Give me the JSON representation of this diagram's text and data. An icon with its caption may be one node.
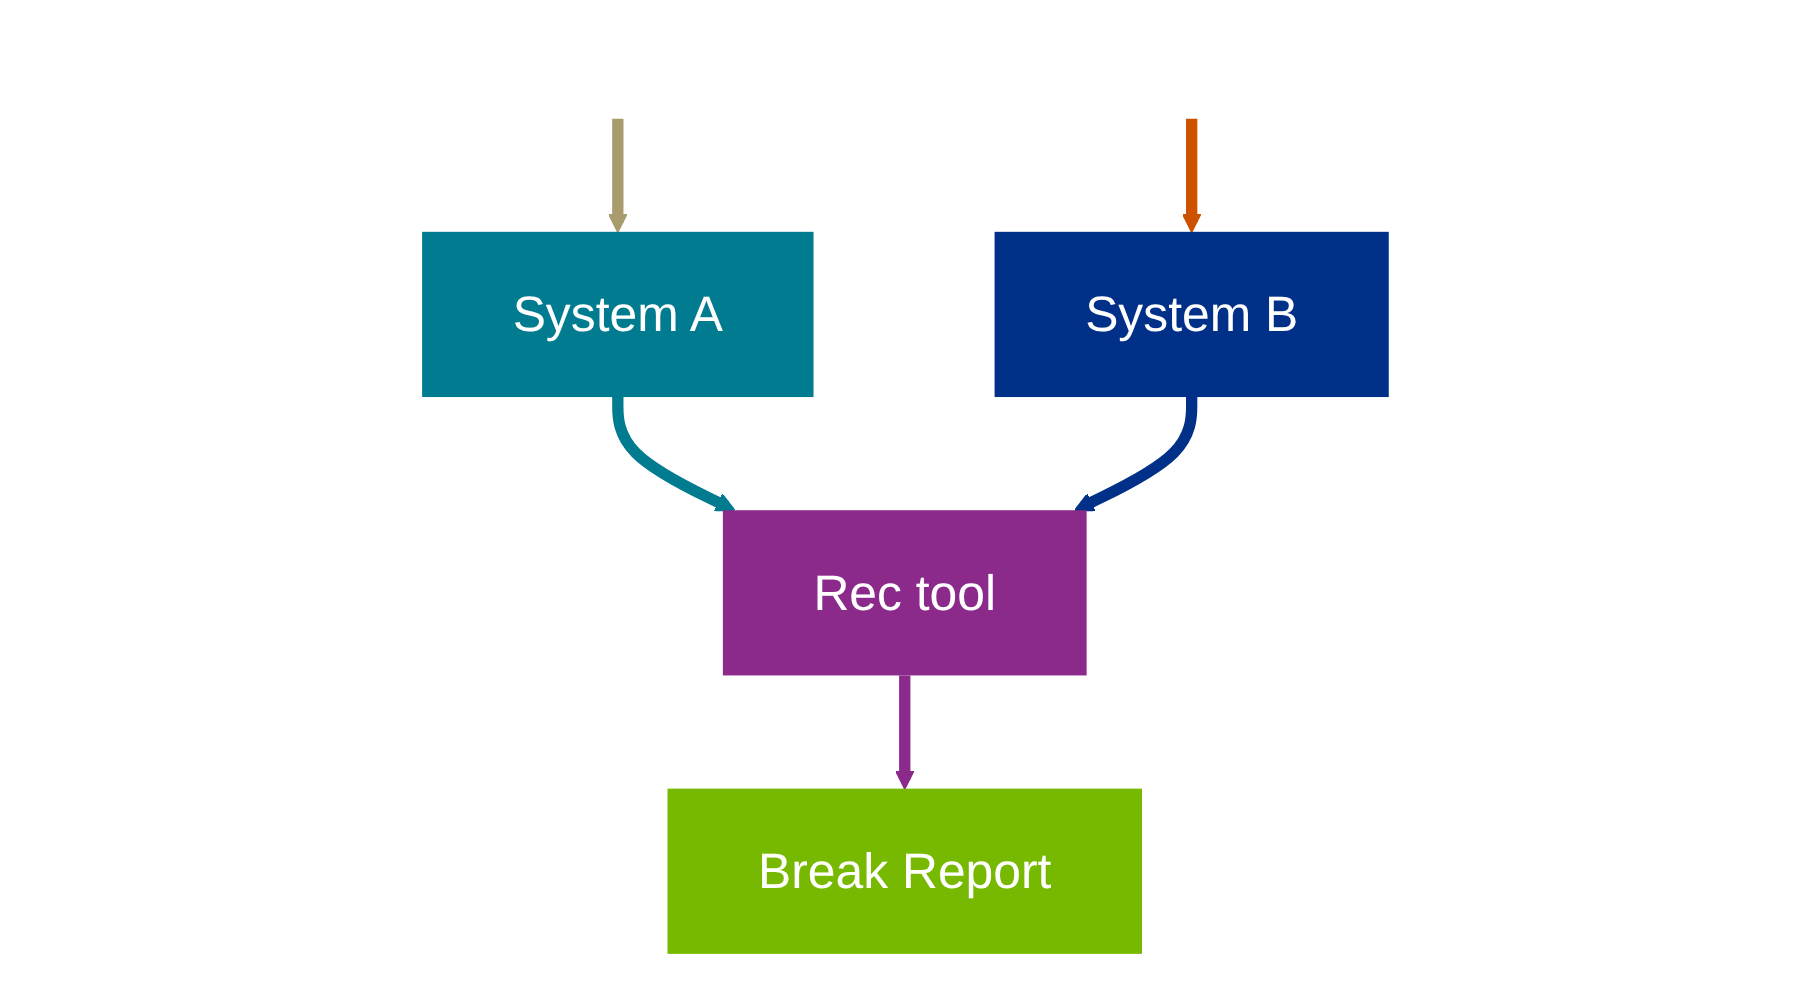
{
  "diagram": {
    "nodes": [
      {
        "text": [
          "System A"
        ]
      },
      {
        "text": [
          "System B"
        ]
      },
      {
        "text": [
          "Rec tool"
        ]
      },
      {
        "text": [
          "Break Report"
        ]
      }
    ],
    "edges": [
      {
        "from": null,
        "to": 0,
        "arrow": "to",
        "color": "#a89c6c"
      },
      {
        "from": null,
        "to": 1,
        "arrow": "to",
        "color": "#cc5200"
      },
      {
        "from": 0,
        "to": 2,
        "arrow": "to",
        "color": "#007b8f"
      },
      {
        "from": 1,
        "to": 2,
        "arrow": "to",
        "color": "#003087"
      },
      {
        "from": 2,
        "to": 3,
        "arrow": "to",
        "color": "#8b2a8b"
      }
    ]
  }
}
